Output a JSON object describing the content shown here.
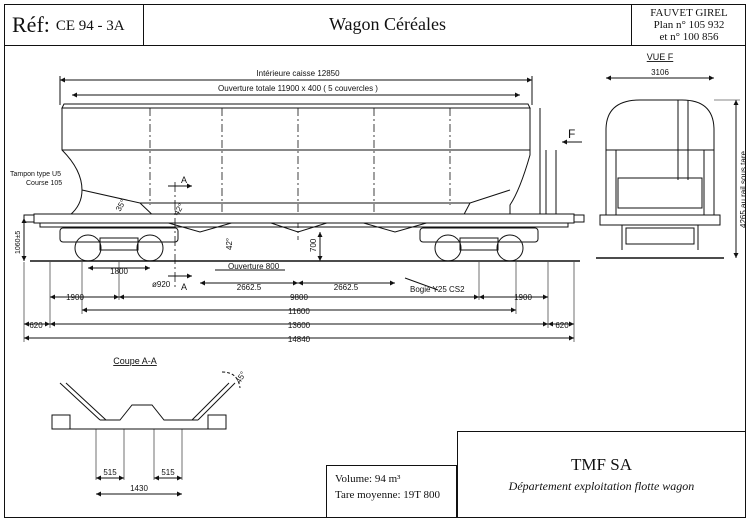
{
  "header": {
    "ref_label": "Réf:",
    "ref_value": "CE 94 - 3A",
    "title": "Wagon Céréales",
    "maker": "FAUVET GIREL",
    "plan_line1": "Plan n° 105 932",
    "plan_line2": "et n° 100 856"
  },
  "side_view": {
    "interior_length": "Intérieure caisse 12850",
    "total_opening": "Ouverture totale 11900 x 400 ( 5 couvercles )",
    "buffer_label1": "Tampon type U5",
    "buffer_label2": "Course 105",
    "slope_angle": "35°",
    "hopper_angle1": "42°",
    "hopper_angle2": "42°",
    "section_mark": "A",
    "view_arrow": "F",
    "buffer_height": "1060±5",
    "outlet_height": "700",
    "outlet_opening": "Ouverture 800",
    "bogie_wheelbase": "1800",
    "wheel_diameter": "ø920",
    "outlet_spacing_left": "2662.5",
    "outlet_spacing_right": "2662.5",
    "bogie_type": "Bogie Y25 CS2",
    "overhang_left": "1900",
    "bogie_centres": "9800",
    "overhang_right": "1900",
    "length_a": "11600",
    "buffer_left": "620",
    "length_body": "13600",
    "buffer_right": "620",
    "length_total": "14840"
  },
  "end_view": {
    "title": "VUE F",
    "width": "3106",
    "height": "4265 au rail sous tare"
  },
  "section": {
    "title": "Coupe A-A",
    "angle": "45°",
    "dim_left": "515",
    "dim_right": "515",
    "dim_total": "1430"
  },
  "specs": {
    "volume": "Volume: 94 m³",
    "tare": "Tare moyenne: 19T 800"
  },
  "company": {
    "name": "TMF SA",
    "department": "Département exploitation flotte wagon"
  }
}
